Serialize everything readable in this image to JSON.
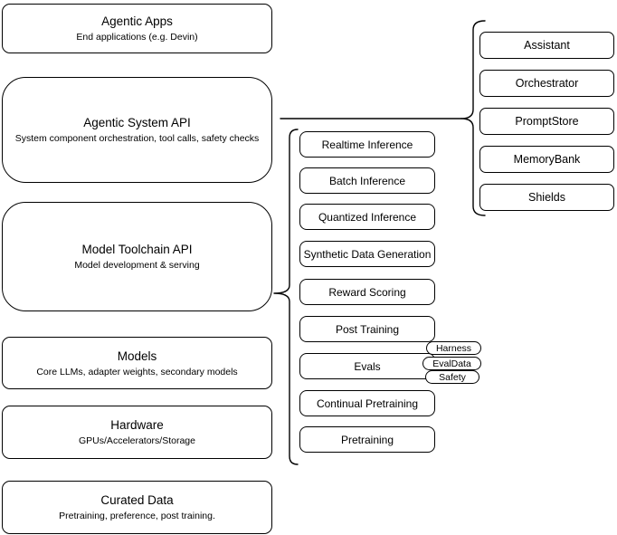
{
  "diagram": {
    "left_column": [
      {
        "title": "Agentic Apps",
        "subtitle": "End applications (e.g. Devin)"
      },
      {
        "title": "Agentic System API",
        "subtitle": "System component orchestration, tool calls, safety checks"
      },
      {
        "title": "Model Toolchain API",
        "subtitle": "Model development & serving"
      },
      {
        "title": "Models",
        "subtitle": "Core LLMs, adapter weights, secondary models"
      },
      {
        "title": "Hardware",
        "subtitle": "GPUs/Accelerators/Storage"
      },
      {
        "title": "Curated Data",
        "subtitle": "Pretraining, preference, post training."
      }
    ],
    "middle_column": [
      "Realtime Inference",
      "Batch Inference",
      "Quantized Inference",
      "Synthetic Data Generation",
      "Reward Scoring",
      "Post Training",
      "Evals",
      "Continual Pretraining",
      "Pretraining"
    ],
    "eval_pills": [
      "Harness",
      "EvalData",
      "Safety"
    ],
    "right_column": [
      "Assistant",
      "Orchestrator",
      "PromptStore",
      "MemoryBank",
      "Shields"
    ],
    "colors": {
      "stroke": "#000000",
      "fill": "#ffffff",
      "background": "#ffffff"
    }
  }
}
